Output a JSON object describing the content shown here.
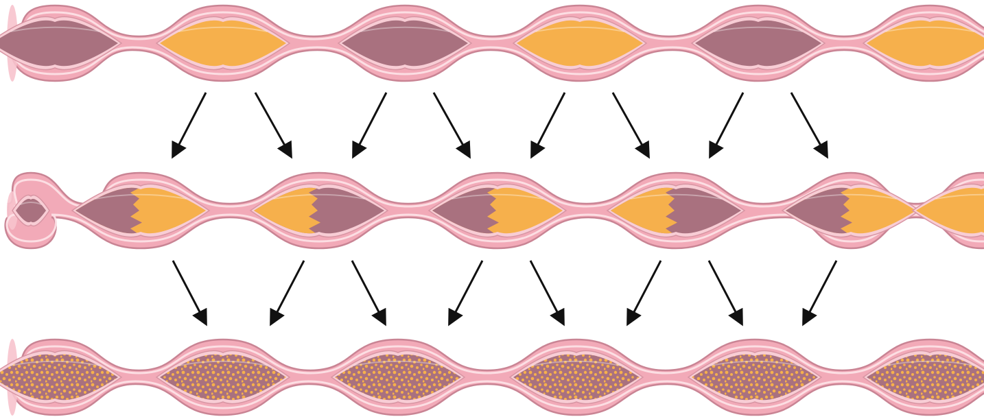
{
  "diagram": {
    "rows": [
      {
        "stage": "separate",
        "segments": [
          {
            "fill": "purple"
          },
          {
            "fill": "yellow"
          },
          {
            "fill": "purple"
          },
          {
            "fill": "yellow"
          },
          {
            "fill": "purple"
          },
          {
            "fill": "yellow"
          }
        ]
      },
      {
        "stage": "interface-mixing",
        "segments": [
          {
            "fill": "purple-cap"
          },
          {
            "fill": "purple-left-yellow-right"
          },
          {
            "fill": "yellow-left-purple-right"
          },
          {
            "fill": "purple-left-yellow-right"
          },
          {
            "fill": "yellow-left-purple-right"
          },
          {
            "fill": "purple-left-yellow-right"
          },
          {
            "fill": "yellow-partial"
          }
        ]
      },
      {
        "stage": "fully-mixed",
        "segments": [
          {
            "fill": "speckled"
          },
          {
            "fill": "speckled"
          },
          {
            "fill": "speckled"
          },
          {
            "fill": "speckled"
          },
          {
            "fill": "speckled"
          },
          {
            "fill": "speckled"
          }
        ]
      }
    ],
    "arrow_rows": [
      {
        "between": "row-1-and-row-2",
        "count": 8
      },
      {
        "between": "row-2-and-row-3",
        "count": 8
      }
    ],
    "colors": {
      "tube": "#f2aab8",
      "tube_border": "#c98494",
      "purple_fluid": "#a9717f",
      "yellow_fluid": "#f6b04c",
      "arrow": "#111111"
    }
  }
}
